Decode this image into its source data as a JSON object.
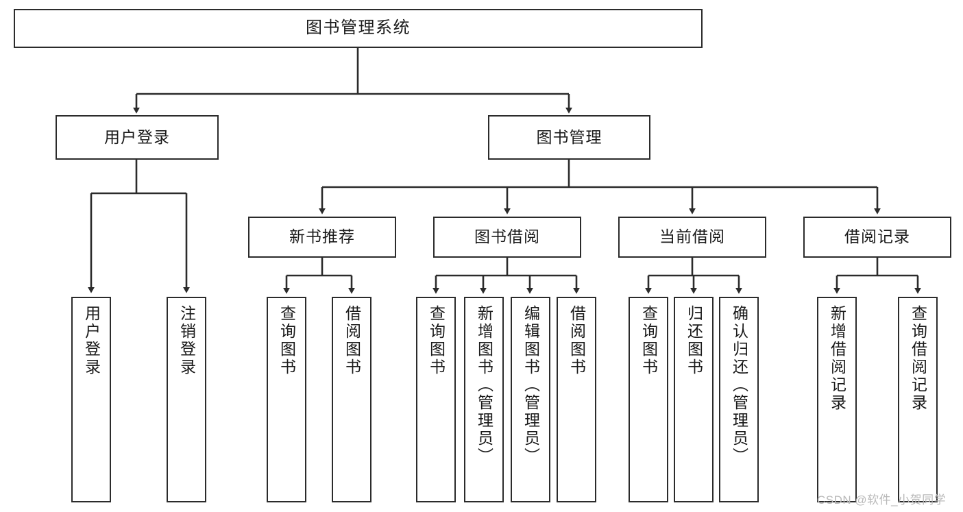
{
  "diagram": {
    "type": "tree",
    "title": "图书管理系统",
    "watermark": "CSDN @软件_小贺同学",
    "colors": {
      "box_border": "#2b2b2b",
      "box_fill": "#ffffff",
      "edge": "#2b2b2b",
      "text": "#1a1a1a",
      "watermark": "#b9b9b9",
      "background": "#ffffff"
    },
    "levels": {
      "root": {
        "label": "图书管理系统"
      },
      "level2": [
        {
          "id": "user-login",
          "label": "用户登录"
        },
        {
          "id": "book-management",
          "label": "图书管理"
        }
      ],
      "level3": [
        {
          "id": "new-book-recommend",
          "label": "新书推荐",
          "parent": "book-management"
        },
        {
          "id": "book-borrow",
          "label": "图书借阅",
          "parent": "book-management"
        },
        {
          "id": "current-borrow",
          "label": "当前借阅",
          "parent": "book-management"
        },
        {
          "id": "borrow-record",
          "label": "借阅记录",
          "parent": "book-management"
        }
      ],
      "level4": {
        "user_login": [
          {
            "id": "leaf-user-login",
            "label": "用户登录"
          },
          {
            "id": "leaf-logout",
            "label": "注销登录"
          }
        ],
        "new_book_recommend": [
          {
            "id": "leaf-query-book-1",
            "label": "查询图书"
          },
          {
            "id": "leaf-borrow-book-1",
            "label": "借阅图书"
          }
        ],
        "book_borrow": [
          {
            "id": "leaf-query-book-2",
            "label": "查询图书"
          },
          {
            "id": "leaf-add-book",
            "label": "新增图书（管理员）"
          },
          {
            "id": "leaf-edit-book",
            "label": "编辑图书（管理员）"
          },
          {
            "id": "leaf-borrow-book-2",
            "label": "借阅图书"
          }
        ],
        "current_borrow": [
          {
            "id": "leaf-query-book-3",
            "label": "查询图书"
          },
          {
            "id": "leaf-return-book",
            "label": "归还图书"
          },
          {
            "id": "leaf-confirm-return",
            "label": "确认归还（管理员）"
          }
        ],
        "borrow_record": [
          {
            "id": "leaf-add-record",
            "label": "新增借阅记录"
          },
          {
            "id": "leaf-query-record",
            "label": "查询借阅记录"
          }
        ]
      }
    }
  }
}
